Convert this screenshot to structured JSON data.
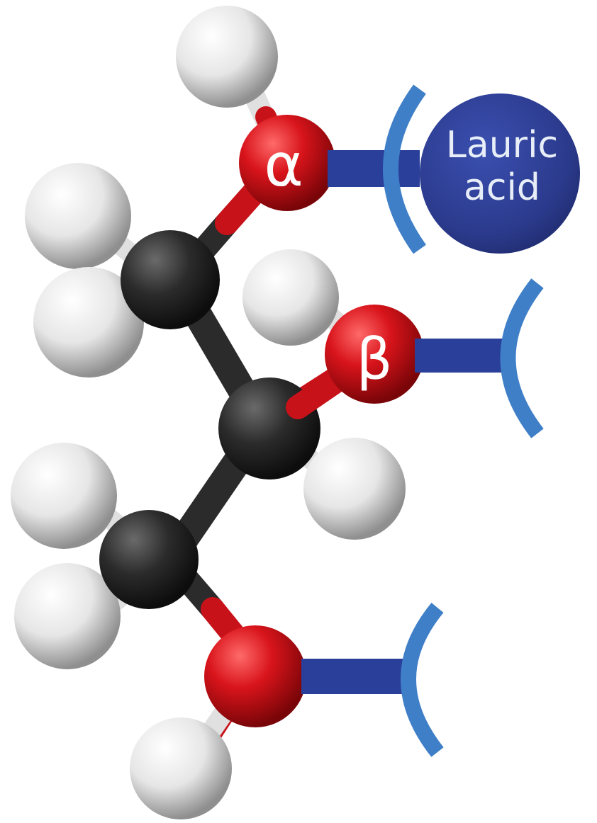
{
  "labels": {
    "alpha": "α",
    "beta": "β",
    "acid_line1": "Lauric",
    "acid_line2": "acid"
  },
  "colors": {
    "carbon": "#2b2b2b",
    "oxygen": "#d8141b",
    "hydrogen": "#f2f2f2",
    "linker": "#2a3f99",
    "bracket": "#3f7fc8",
    "acid_fill": "#2b3a8c"
  }
}
